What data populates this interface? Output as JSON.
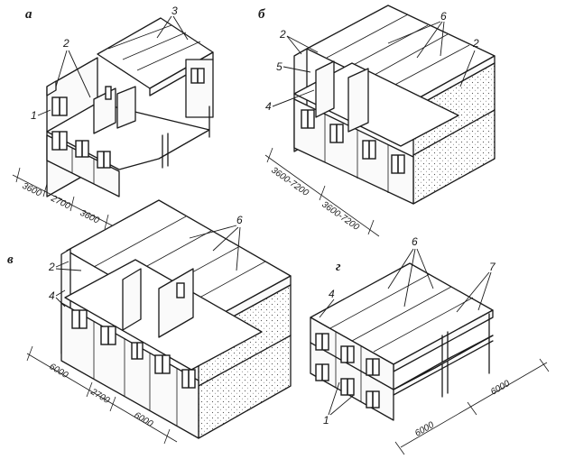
{
  "panels": [
    {
      "letter": "а",
      "callouts": [
        "1",
        "2",
        "3"
      ],
      "dimensions": [
        "3600",
        "2700",
        "3600"
      ]
    },
    {
      "letter": "б",
      "callouts": [
        "2",
        "5",
        "4",
        "6",
        "2"
      ],
      "dimensions": [
        "3600-7200",
        "3600-7200"
      ]
    },
    {
      "letter": "в",
      "callouts": [
        "2",
        "4",
        "6"
      ],
      "dimensions": [
        "6000",
        "2700",
        "6000"
      ]
    },
    {
      "letter": "г",
      "callouts": [
        "4",
        "6",
        "7",
        "1"
      ],
      "dimensions": [
        "6000",
        "6000"
      ]
    }
  ]
}
